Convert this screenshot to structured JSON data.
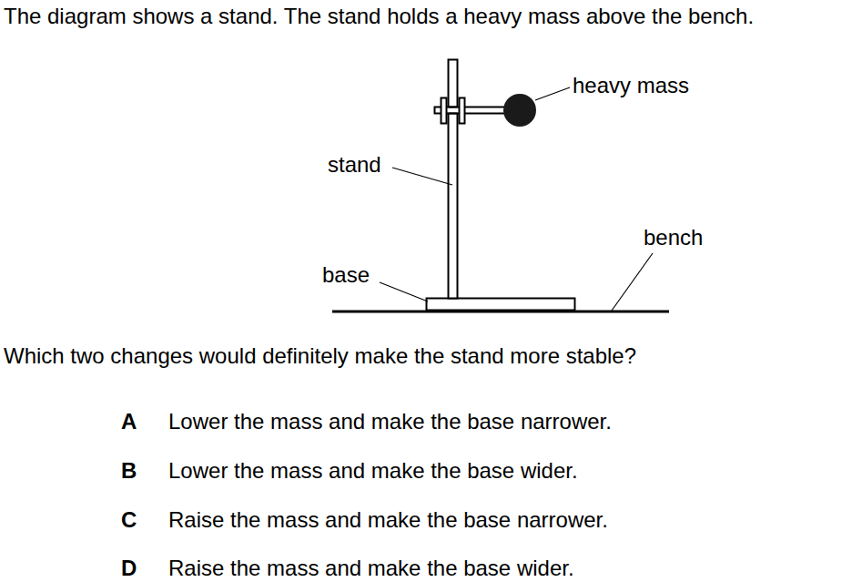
{
  "diagram": {
    "labels": [
      "The diagram shows a stand. The stand holds a heavy mass above the bench.",
      "heavy mass",
      "stand",
      "bench",
      "base",
      "Which two changes would definitely make the stand more stable?",
      "A",
      "Lower the mass and make the base narrower.",
      "B",
      "Lower the mass and make the base wider.",
      "C",
      "Raise the mass and make the base narrower.",
      "D",
      "Raise the mass and make the base wider."
    ]
  }
}
